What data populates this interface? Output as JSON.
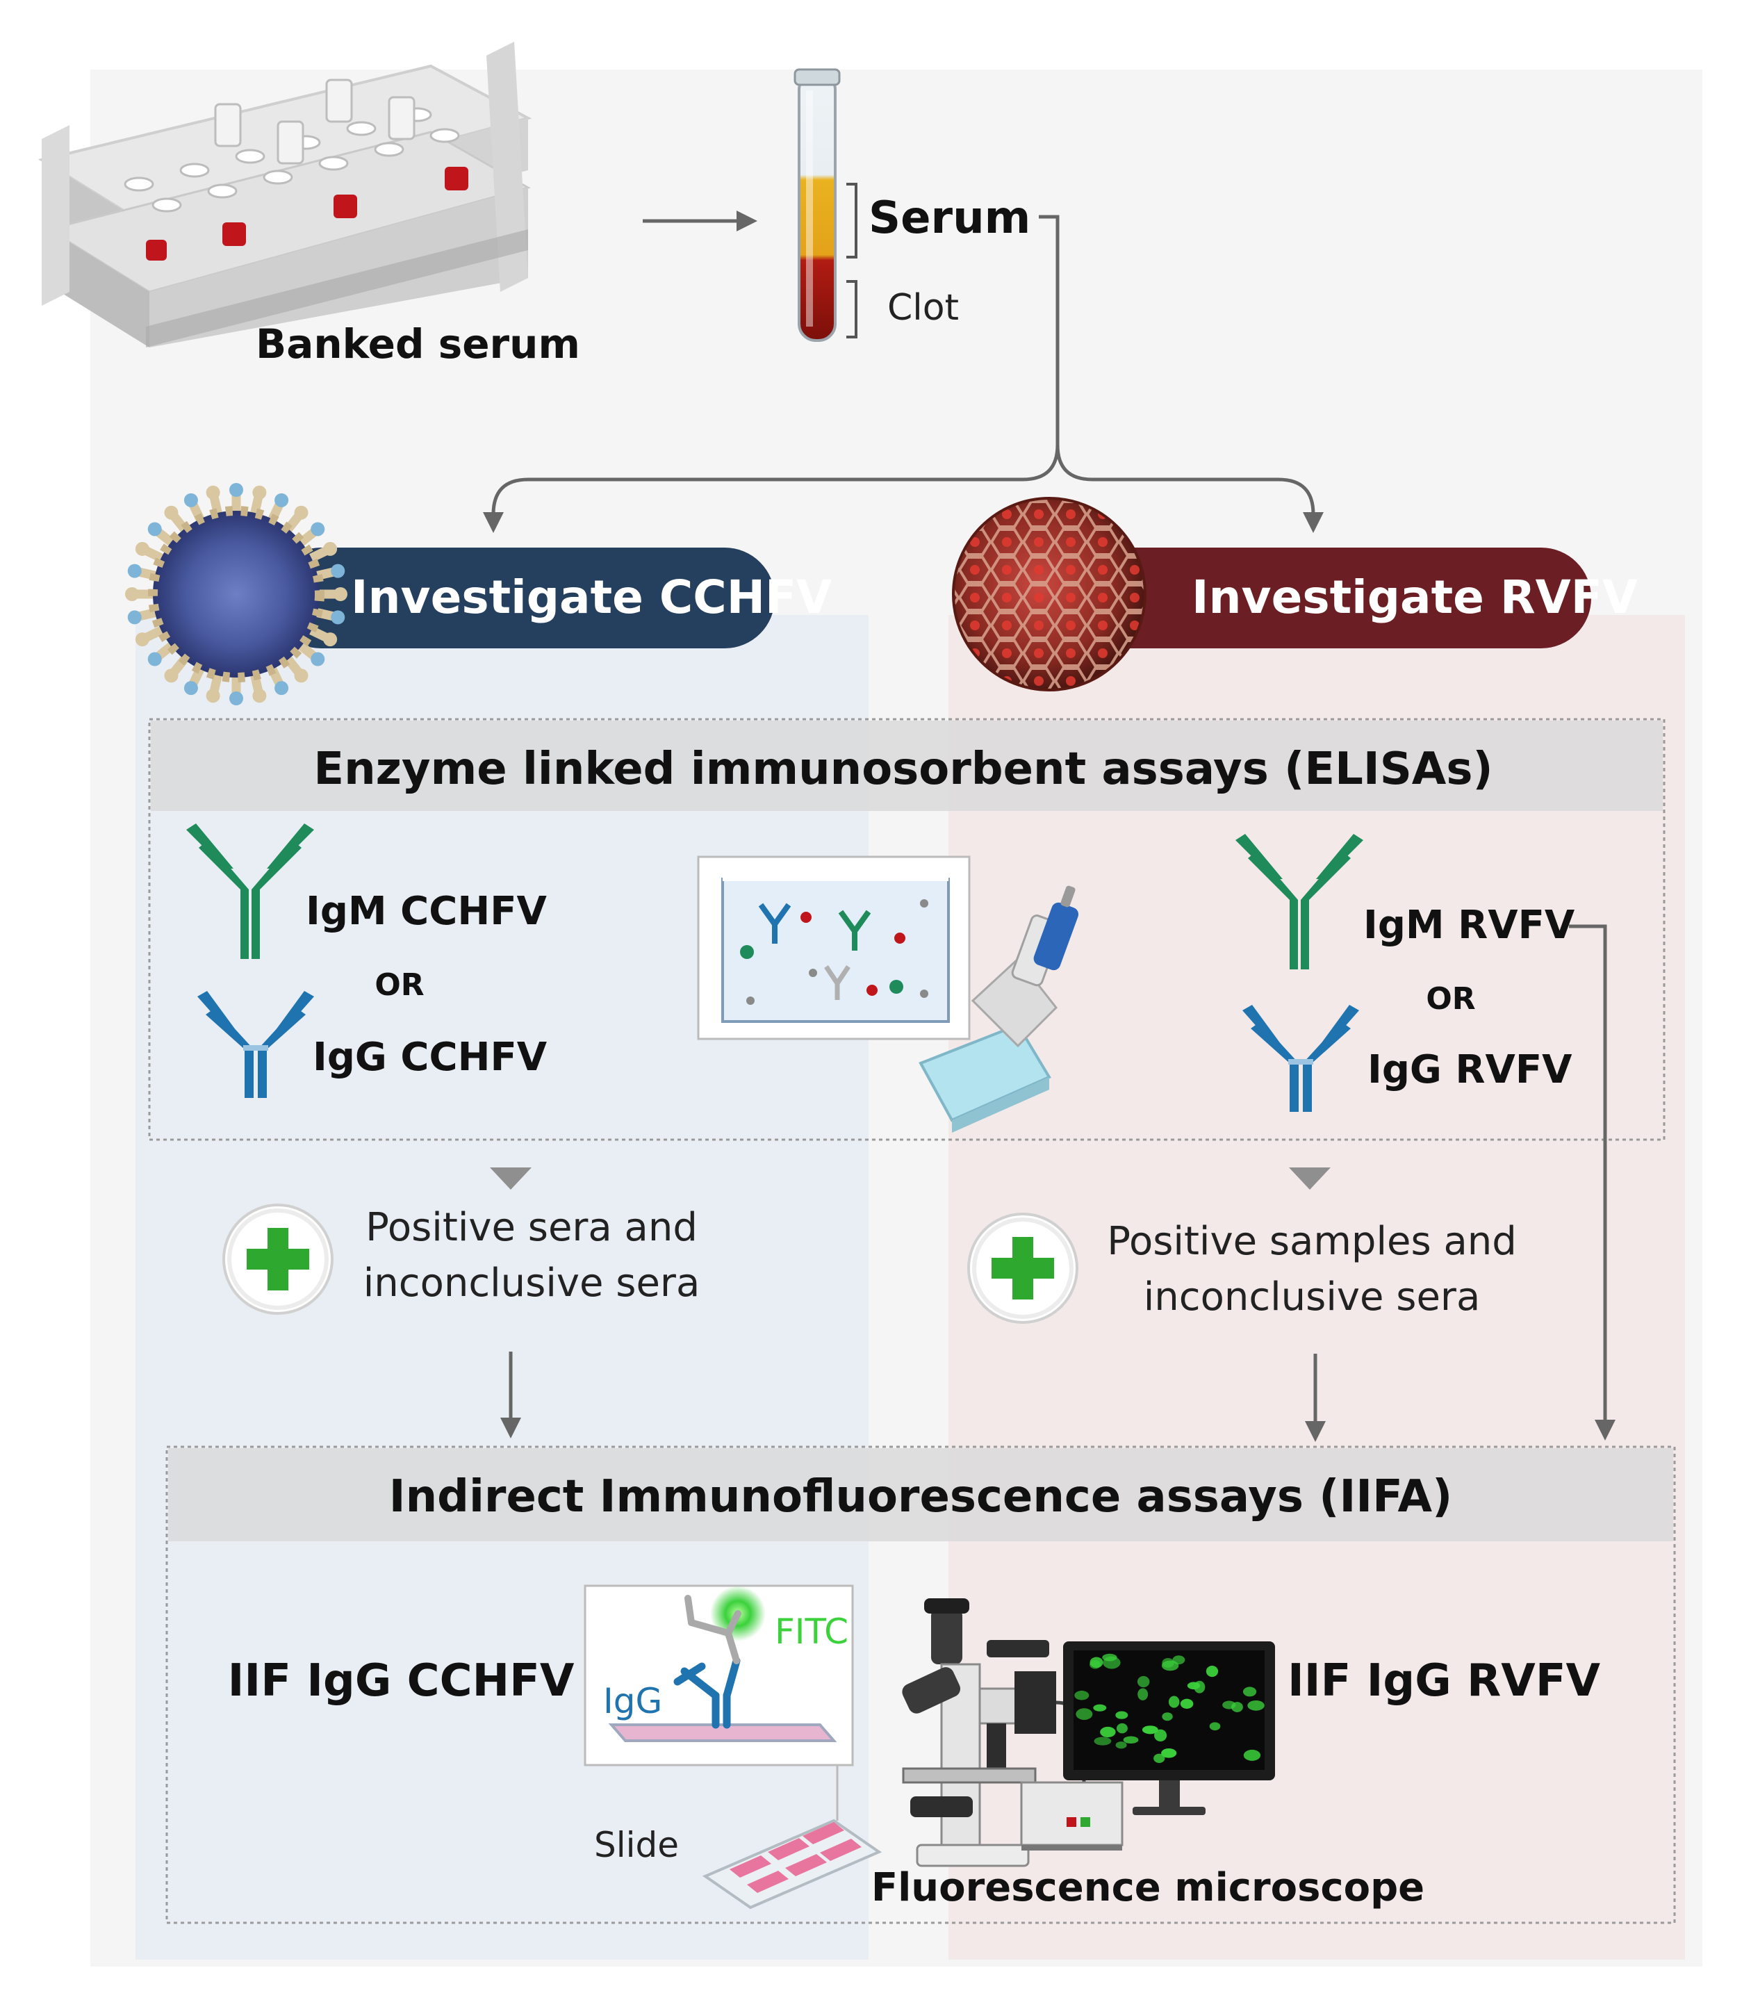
{
  "sample": {
    "banked_label": "Banked serum",
    "serum_label": "Serum",
    "clot_label": "Clot"
  },
  "branches": {
    "cchfv_title": "Investigate CCHFV",
    "rvfv_title": "Investigate RVFV"
  },
  "elisa": {
    "title": "Enzyme linked immunosorbent assays (ELISAs)",
    "cchfv_igm": "IgM CCHFV",
    "cchfv_or": "OR",
    "cchfv_igg": "IgG CCHFV",
    "rvfv_igm": "IgM RVFV",
    "rvfv_or": "OR",
    "rvfv_igg": "IgG RVFV"
  },
  "results": {
    "cchfv_line1": "Positive sera and",
    "cchfv_line2": "inconclusive sera",
    "rvfv_line1": "Positive samples and",
    "rvfv_line2": "inconclusive sera"
  },
  "iifa": {
    "title": "Indirect Immunofluorescence assays (IIFA)",
    "cchfv_label": "IIF IgG CCHFV",
    "rvfv_label": "IIF IgG RVFV",
    "fitc_label": "FITC",
    "igg_label": "IgG",
    "slide_label": "Slide",
    "microscope_label": "Fluorescence microscope"
  },
  "colors": {
    "cchfv_banner": "#253f5e",
    "rvfv_banner": "#6b1f24",
    "igm_green": "#1f8a5a",
    "igg_blue": "#1f74b0",
    "plus_green": "#2fa82f",
    "fitc_green": "#3bd13b"
  }
}
